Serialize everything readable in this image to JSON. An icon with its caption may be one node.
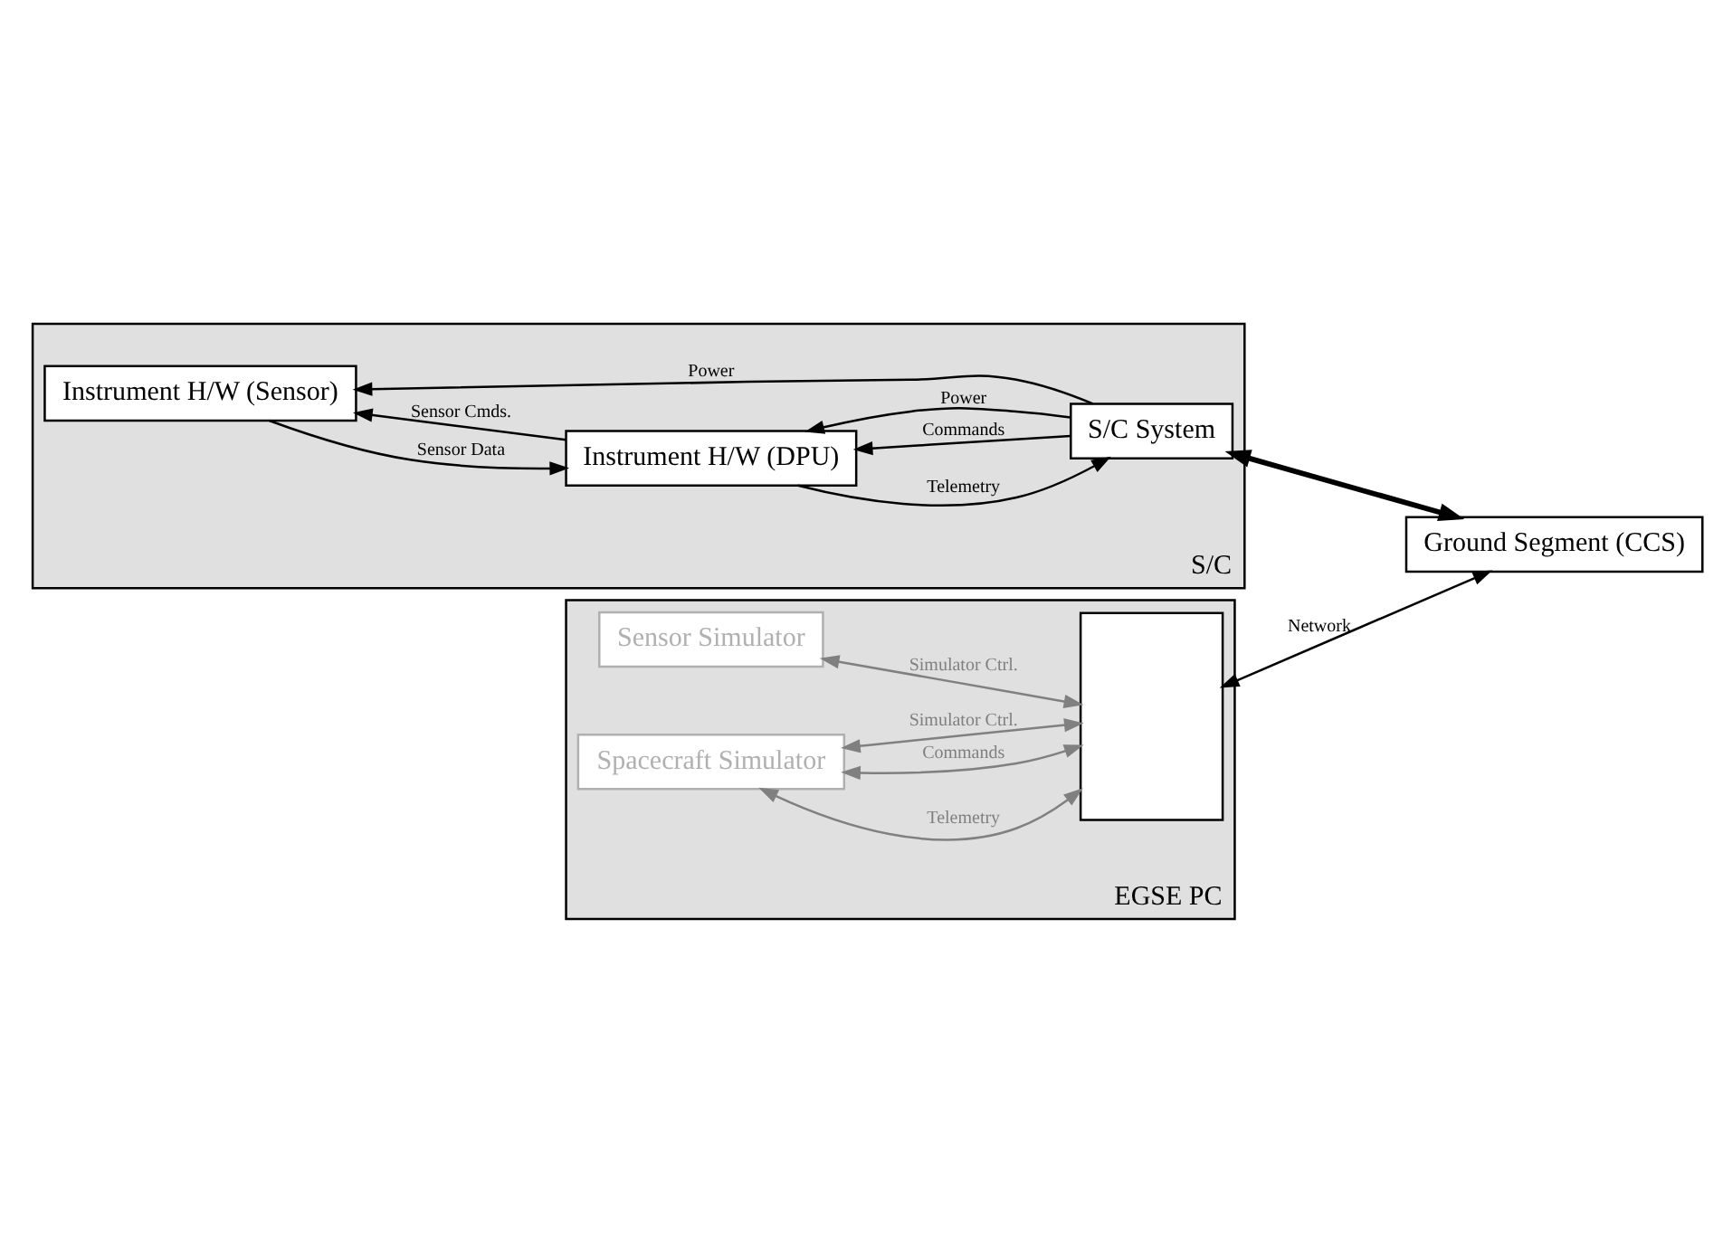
{
  "diagram": {
    "nodes": [
      {
        "text": [
          "S/C"
        ]
      },
      {
        "text": [
          "Instrument H/W (Sensor)"
        ],
        "in": 0
      },
      {
        "text": [
          "Instrument H/W (DPU)"
        ],
        "in": 0
      },
      {
        "text": [
          "S/C System"
        ],
        "in": 0
      },
      {
        "text": [
          "EGSE PC"
        ]
      },
      {
        "text": [
          "Sensor Simulator"
        ],
        "in": 4
      },
      {
        "text": [
          "Spacecraft Simulator"
        ],
        "in": 4
      },
      {
        "text": [],
        "shape": "box",
        "in": 4
      },
      {
        "text": [
          "Ground Segment (CCS)"
        ]
      }
    ],
    "edges": [
      {
        "from": 1,
        "to": 2,
        "arrow": "to",
        "label": "Sensor Data"
      },
      {
        "from": 2,
        "to": 1,
        "arrow": "to",
        "label": "Sensor Cmds."
      },
      {
        "from": 2,
        "to": 3,
        "arrow": "to",
        "label": "Telemetry"
      },
      {
        "from": 3,
        "to": 2,
        "arrow": "to",
        "label": "Commands"
      },
      {
        "from": 3,
        "to": 2,
        "arrow": "to",
        "label": "Power"
      },
      {
        "from": 3,
        "to": 1,
        "arrow": "to",
        "label": "Power"
      },
      {
        "from": 3,
        "to": 8,
        "arrow": "both",
        "style": "thick"
      },
      {
        "from": 5,
        "to": 7,
        "arrow": "both",
        "label": "Simulator Ctrl.",
        "color": "#808080"
      },
      {
        "from": 6,
        "to": 7,
        "arrow": "both",
        "label": "Telemetry",
        "color": "#808080"
      },
      {
        "from": 6,
        "to": 7,
        "arrow": "both",
        "label": "Commands",
        "color": "#808080"
      },
      {
        "from": 6,
        "to": 7,
        "arrow": "both",
        "label": "Simulator Ctrl.",
        "color": "#808080"
      },
      {
        "from": 7,
        "to": 8,
        "arrow": "both",
        "label": "Network"
      }
    ]
  }
}
